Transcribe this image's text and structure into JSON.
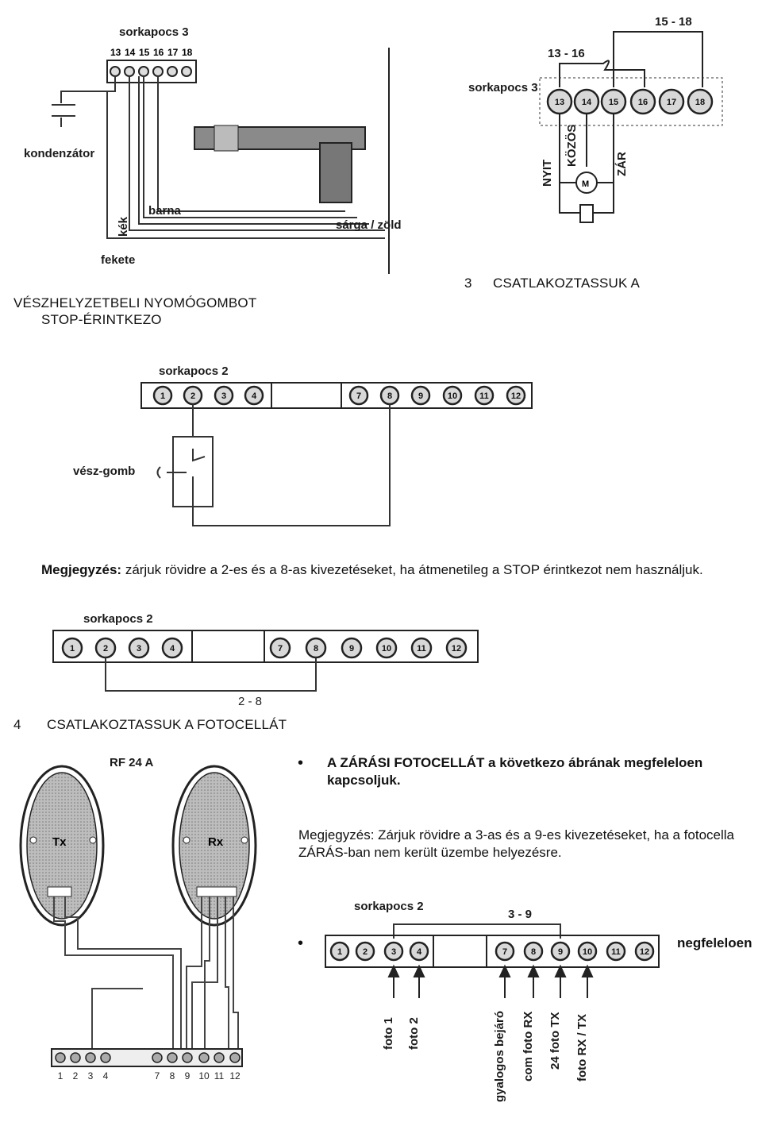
{
  "diagram_top_left": {
    "header": "sorkapocs 3",
    "terminals": [
      "13",
      "14",
      "15",
      "16",
      "17",
      "18"
    ],
    "labels": {
      "capacitor": "kondenzátor",
      "blue": "kék",
      "brown": "barna",
      "yellow_green": "sárga / zöld",
      "black": "fekete"
    }
  },
  "diagram_top_right": {
    "header": "sorkapocs 3",
    "bridge_top": "15 - 18",
    "bridge_mid": "13 - 16",
    "terminals": [
      "13",
      "14",
      "15",
      "16",
      "17",
      "18"
    ],
    "labels": {
      "open": "NYIT",
      "common": "KÖZÖS",
      "close": "ZÁR",
      "motor": "M"
    }
  },
  "section3": {
    "number": "3",
    "title": "CSATLAKOZTASSUK A",
    "left_line1": "VÉSZHELYZETBELI NYOMÓGOMBOT",
    "left_line2": "STOP-ÉRINTKEZO"
  },
  "diagram_emergency": {
    "header": "sorkapocs 2",
    "terminals_left": [
      "1",
      "2",
      "3",
      "4"
    ],
    "terminals_right": [
      "7",
      "8",
      "9",
      "10",
      "11",
      "12"
    ],
    "button_label": "vész-gomb"
  },
  "note1": {
    "label": "Megjegyzés:",
    "text": " zárjuk rövidre a 2-es és a 8-as kivezetéseket, ha átmenetileg a STOP érintkezot nem használjuk."
  },
  "diagram_bridge_2_8": {
    "header": "sorkapocs 2",
    "terminals_left": [
      "1",
      "2",
      "3",
      "4"
    ],
    "terminals_right": [
      "7",
      "8",
      "9",
      "10",
      "11",
      "12"
    ],
    "bridge_label": "2 - 8"
  },
  "section4": {
    "number": "4",
    "title": "CSATLAKOZTASSUK A FOTOCELLÁT"
  },
  "diagram_photocell": {
    "model": "RF 24 A",
    "tx_label": "Tx",
    "rx_label": "Rx",
    "bottom_numbers": [
      "1",
      "2",
      "3",
      "4",
      "7",
      "8",
      "9",
      "10",
      "11",
      "12"
    ]
  },
  "bullet1": {
    "text": "A ZÁRÁSI FOTOCELLÁT a következo ábrának megfeleloen kapcsoljuk."
  },
  "note2": {
    "label": "Megjegyzés",
    "text": ": Zárjuk rövidre a 3-as és a 9-es kivezetéseket, ha a fotocella ZÁRÁS-ban nem került üzembe helyezésre."
  },
  "diagram_bridge_3_9": {
    "header": "sorkapocs 2",
    "bridge_label": "3 - 9",
    "terminals_left": [
      "1",
      "2",
      "3",
      "4"
    ],
    "terminals_right": [
      "7",
      "8",
      "9",
      "10",
      "11",
      "12"
    ],
    "arrow_labels": [
      "foto 1",
      "foto 2",
      "gyalogos bejáró",
      "com foto RX",
      "24 foto TX",
      "foto RX / TX"
    ]
  },
  "bullet2": {
    "text_tail": "negfeleloen"
  }
}
